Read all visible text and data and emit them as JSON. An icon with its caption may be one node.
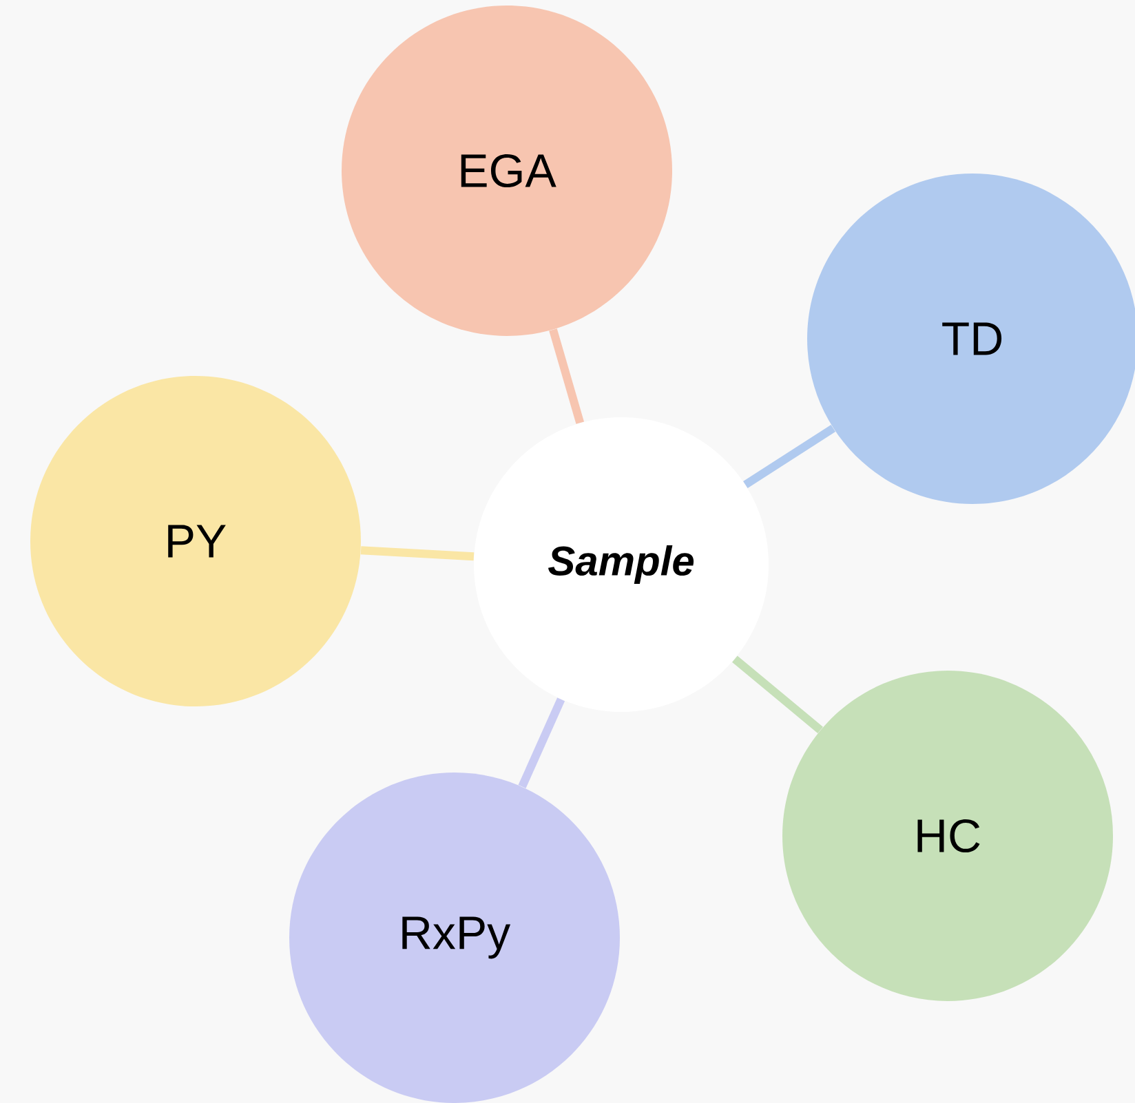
{
  "diagram": {
    "nodes": [
      {
        "text": [
          "EGA"
        ]
      },
      {
        "text": [
          "TD"
        ]
      },
      {
        "text": [
          "PY"
        ]
      },
      {
        "text": [
          "Sample"
        ]
      },
      {
        "text": [
          "HC"
        ]
      },
      {
        "text": [
          "RxPy"
        ]
      }
    ],
    "edges": [
      {
        "from": 3,
        "to": 0,
        "arrow": "none",
        "color": "#f7c5b0"
      },
      {
        "from": 3,
        "to": 1,
        "arrow": "none",
        "color": "#b0caef"
      },
      {
        "from": 3,
        "to": 2,
        "arrow": "none",
        "color": "#fae6a5"
      },
      {
        "from": 3,
        "to": 4,
        "arrow": "none",
        "color": "#c6e0b8"
      },
      {
        "from": 3,
        "to": 5,
        "arrow": "none",
        "color": "#c9cbf3"
      }
    ]
  }
}
